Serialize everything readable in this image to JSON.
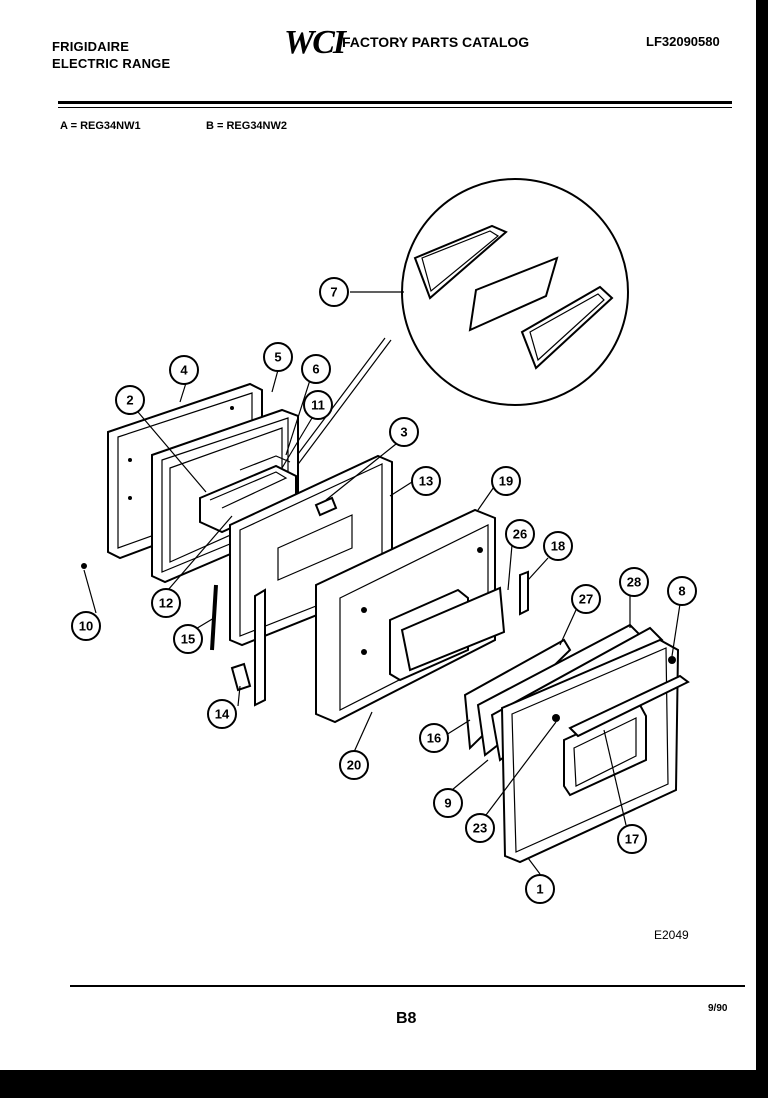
{
  "header": {
    "brand_line1": "FRIGIDAIRE",
    "brand_line2": "ELECTRIC RANGE",
    "logo_text": "WCI",
    "catalog_title": "FACTORY PARTS CATALOG",
    "catalog_number": "LF32090580"
  },
  "models": {
    "a": "A = REG34NW1",
    "b": "B = REG34NW2"
  },
  "callouts": [
    "1",
    "2",
    "3",
    "4",
    "5",
    "6",
    "7",
    "8",
    "9",
    "10",
    "11",
    "12",
    "13",
    "14",
    "15",
    "16",
    "17",
    "18",
    "19",
    "20",
    "23",
    "26",
    "27",
    "28"
  ],
  "footer": {
    "diagram_code": "E2049",
    "page": "B8",
    "date": "9/90"
  }
}
